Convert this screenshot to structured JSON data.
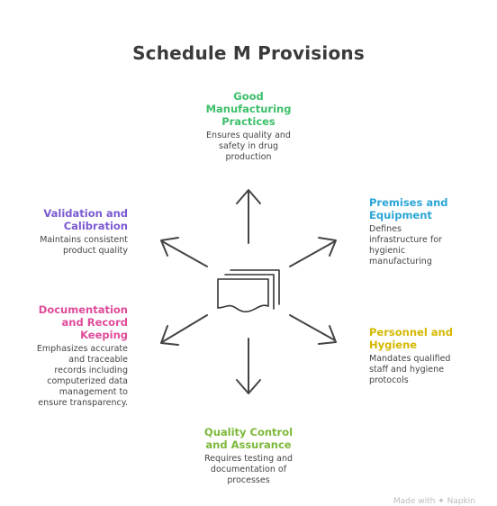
{
  "title": "Schedule M Provisions",
  "nodes": {
    "gmp": {
      "title": "Good\nManufacturing\nPractices",
      "desc": "Ensures quality and\nsafety in drug\nproduction"
    },
    "premises": {
      "title": "Premises and\nEquipment",
      "desc": "Defines\ninfrastructure for\nhygienic\nmanufacturing"
    },
    "personnel": {
      "title": "Personnel and\nHygiene",
      "desc": "Mandates qualified\nstaff and hygiene\nprotocols"
    },
    "qc": {
      "title": "Quality Control\nand Assurance",
      "desc": "Requires testing and\ndocumentation of\nprocesses"
    },
    "documentation": {
      "title": "Documentation\nand Record\nKeeping",
      "desc": "Emphasizes accurate\nand traceable\nrecords including\ncomputerized data\nmanagement to\nensure transparency."
    },
    "validation": {
      "title": "Validation and\nCalibration",
      "desc": "Maintains consistent\nproduct quality"
    }
  },
  "colors": {
    "gmp": "#3dbf6a",
    "premises": "#2aa5d6",
    "personnel": "#d4b800",
    "qc": "#7cb83a",
    "documentation": "#df4b9a",
    "validation": "#7a5ad1",
    "arrow": "#444444"
  },
  "icons": {
    "center": "document-stack-icon"
  },
  "watermark": "Made with ✦ Napkin"
}
